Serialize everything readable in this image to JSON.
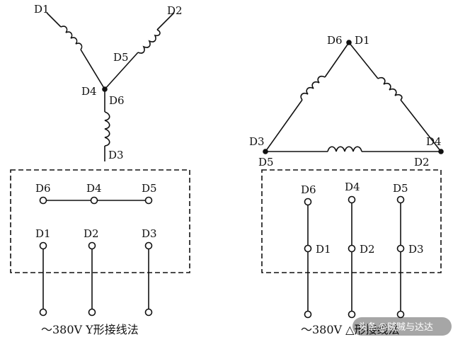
{
  "wye": {
    "coil_ends": {
      "d1": "D1",
      "d2": "D2",
      "d3": "D3",
      "d4": "D4",
      "d5": "D5",
      "d6": "D6"
    },
    "box_top": {
      "d6": "D6",
      "d4": "D4",
      "d5": "D5"
    },
    "box_bottom": {
      "d1": "D1",
      "d2": "D2",
      "d3": "D3"
    },
    "caption": "～380V Y形接线法"
  },
  "delta": {
    "corners": {
      "top_left": "D6",
      "top_right": "D1",
      "left_top": "D3",
      "left_bottom": "D5",
      "right_top": "D4",
      "right_bottom": "D2"
    },
    "box_top": {
      "d6": "D6",
      "d4": "D4",
      "d5": "D5"
    },
    "box_mid": {
      "d1": "D1",
      "d2": "D2",
      "d3": "D3"
    },
    "caption": "～380V △形接线法"
  },
  "watermark": {
    "prefix": "头条",
    "handle": "@贼贼与达达"
  },
  "colors": {
    "line": "#111111",
    "background": "#ffffff"
  }
}
